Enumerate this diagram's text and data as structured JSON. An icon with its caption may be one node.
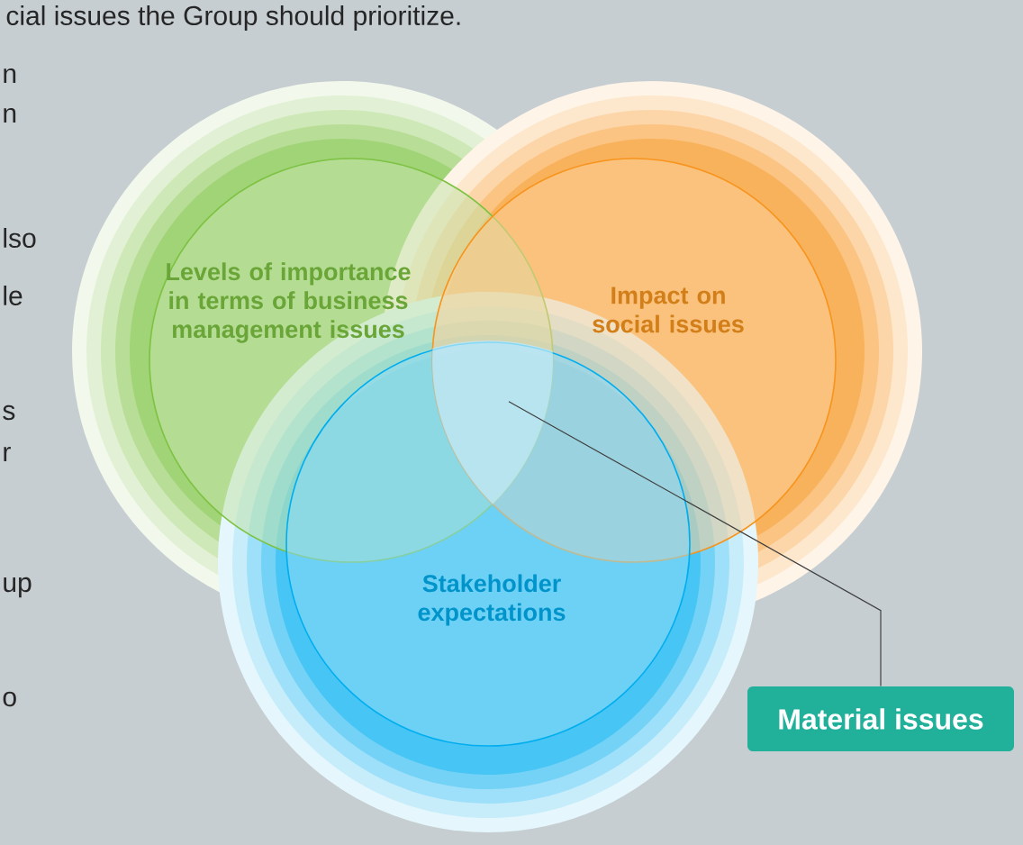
{
  "diagram": {
    "nodes": [
      {
        "text": [
          "Levels of importance in terms of business management issues"
        ]
      },
      {
        "text": [
          "Impact on social issues"
        ]
      },
      {
        "text": [
          "Stakeholder expectations"
        ]
      },
      {
        "text": [],
        "shape": "circle"
      },
      {
        "text": [
          "Material issues"
        ]
      }
    ],
    "edges": [
      {
        "from": 4,
        "to": 3,
        "arrow": "none"
      }
    ],
    "labels": [
      "cial issues the Group should prioritize.",
      "n",
      "n",
      "lso",
      "le",
      "s",
      "r",
      "up",
      "o"
    ]
  }
}
